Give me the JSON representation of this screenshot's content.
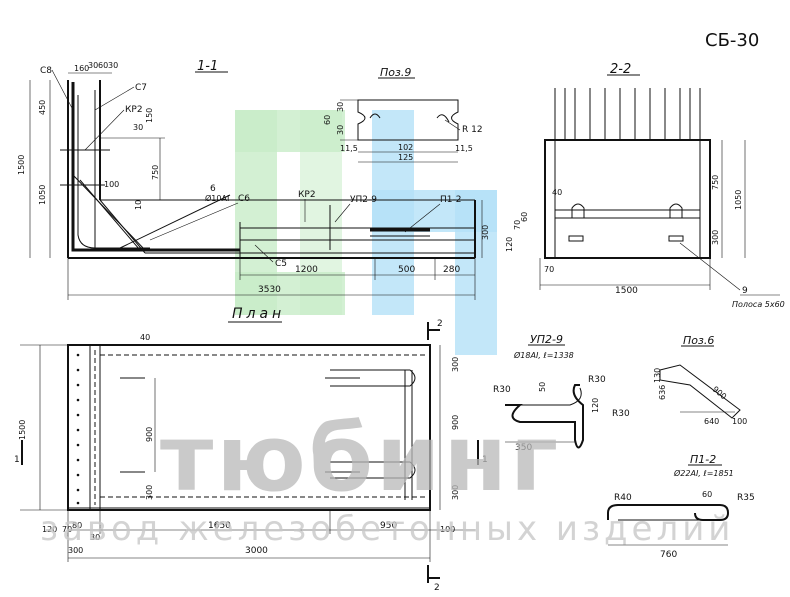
{
  "sheet": {
    "code": "СБ-30"
  },
  "section_1": {
    "title": "1-1",
    "labels": {
      "c8": "С8",
      "c7": "С7",
      "kr2_top": "КР2",
      "kr2_mid": "КР2",
      "c6": "С6",
      "bar6": "6",
      "bar6_spec": "Ø10АI",
      "upr": "УП2-9",
      "p1": "П1-2",
      "c5": "С5"
    },
    "dims": {
      "d160": "160",
      "d30a": "30",
      "d60": "60",
      "d30b": "30",
      "d450": "450",
      "d1500": "1500",
      "d1050": "1050",
      "d30c": "30",
      "d150": "150",
      "d750": "750",
      "d100": "100",
      "d10": "10",
      "d300": "300",
      "d1200": "1200",
      "d500": "500",
      "d280": "280",
      "d3530": "3530"
    }
  },
  "poz9": {
    "title": "Поз.9",
    "dims": {
      "d60": "60",
      "d30a": "30",
      "d30b": "30",
      "d11a": "11,5",
      "d102": "102",
      "d11b": "11,5",
      "d125": "125",
      "r12": "R 12"
    }
  },
  "section_2": {
    "title": "2-2",
    "dims": {
      "d40": "40",
      "d750": "750",
      "d1050": "1050",
      "d300": "300",
      "d120": "120",
      "d70a": "70",
      "d60": "60",
      "d70b": "70",
      "d1500": "1500"
    },
    "note_num": "9",
    "note_text": "Полоса 5х60"
  },
  "plan": {
    "title": "План",
    "dims": {
      "d40": "40",
      "d1500": "1500",
      "d900": "900",
      "d300": "300",
      "r300a": "300",
      "r900": "900",
      "r300b": "300",
      "b120": "120",
      "b70": "70",
      "b80": "80",
      "b30": "30",
      "b1650": "1650",
      "b950": "950",
      "b100": "100",
      "b300": "300",
      "b3000": "3000"
    },
    "cut_left": "1",
    "cut_right": "1",
    "cut_top": "2",
    "cut_bottom": "2"
  },
  "upr_detail": {
    "title": "УП2-9",
    "spec": "Ø18АI, ℓ=1338",
    "dims": {
      "r30a": "R30",
      "d50": "50",
      "r30b": "R30",
      "d120": "120",
      "r30c": "R30",
      "d350": "350"
    }
  },
  "poz6": {
    "title": "Поз.6",
    "dims": {
      "d130": "130",
      "d636": "636",
      "d900": "900",
      "d640": "640",
      "d100": "100"
    }
  },
  "p1_detail": {
    "title": "П1-2",
    "spec": "Ø22АI, ℓ=1851",
    "dims": {
      "r40": "R40",
      "d60": "60",
      "r35": "R35",
      "d760": "760"
    }
  },
  "watermark": {
    "brand": "тюбинг",
    "tagline": "завод железобетонных изделий",
    "colors": {
      "green": "#bfe8bf",
      "blue": "#a9dcf5",
      "gray": "#b9b9b9"
    }
  }
}
